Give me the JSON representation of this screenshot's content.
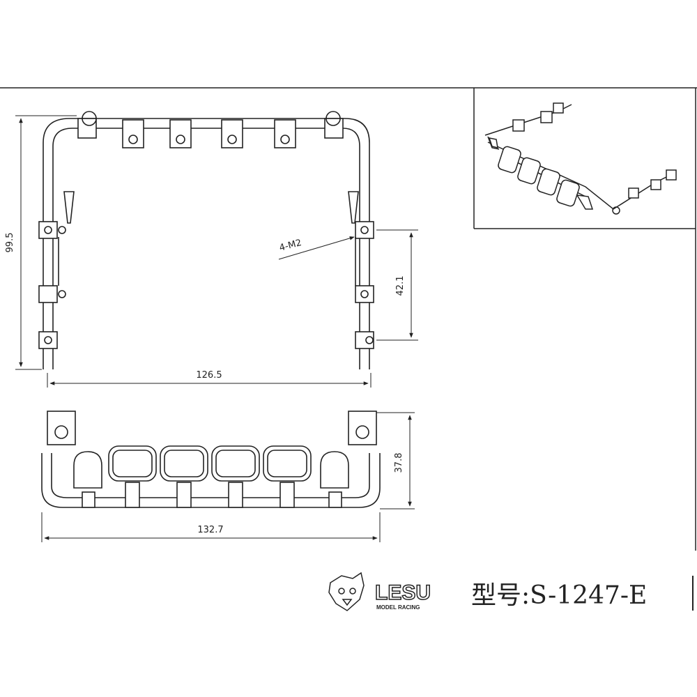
{
  "dimensions": {
    "overall_height": "99.5",
    "mount_spacing": "42.1",
    "front_width": "126.5",
    "bottom_width": "132.7",
    "bottom_height": "37.8",
    "thread_callout": "4-M2"
  },
  "title_block": {
    "brand": "LESU",
    "brand_sub": "MODEL RACING",
    "model_label": "型号:S-1247-E"
  },
  "colors": {
    "line": "#222222",
    "lamp": "#2a2a2a"
  }
}
